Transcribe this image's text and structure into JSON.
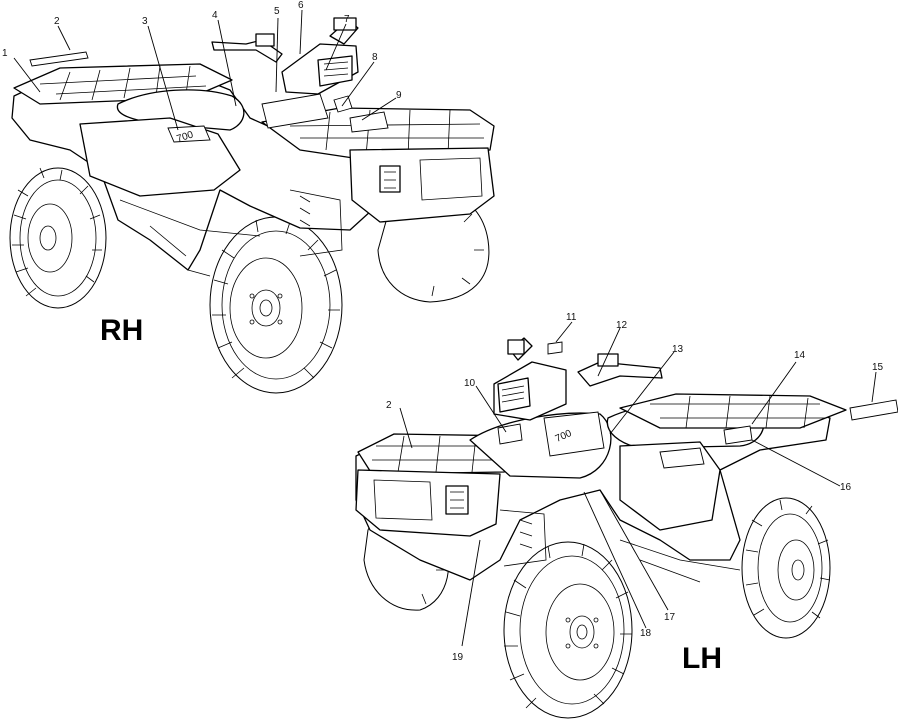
{
  "labels": {
    "rh": "RH",
    "lh": "LH"
  },
  "callouts": [
    "1",
    "2",
    "3",
    "4",
    "5",
    "6",
    "7",
    "8",
    "9",
    "10",
    "11",
    "12",
    "13",
    "14",
    "15",
    "16",
    "17",
    "18",
    "19",
    "2"
  ],
  "decal_text": {
    "hood_model_rh": "700",
    "hood_model_lh": "700"
  }
}
